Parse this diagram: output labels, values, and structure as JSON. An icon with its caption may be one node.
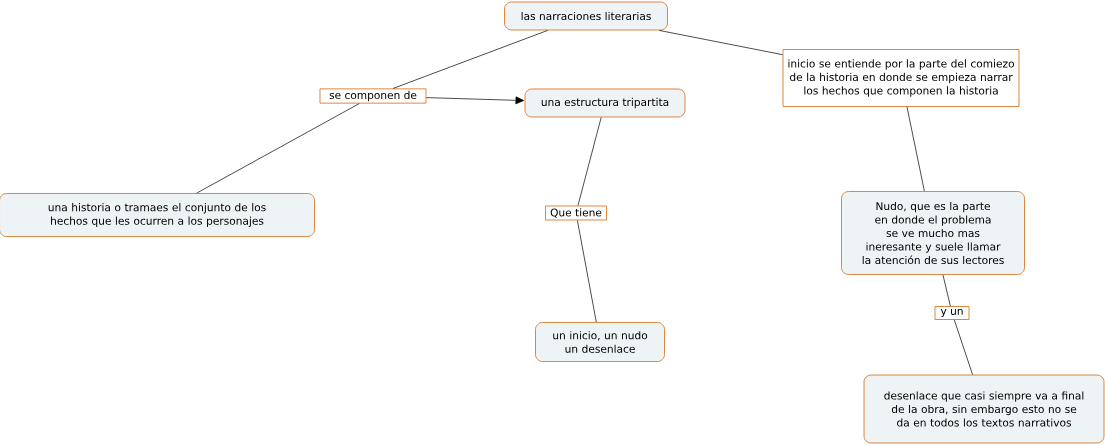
{
  "diagram": {
    "nodes": [
      {
        "text": [
          "las narraciones literarias"
        ]
      },
      {
        "text": [
          "se componen de"
        ]
      },
      {
        "text": [
          "una estructura tripartita"
        ]
      },
      {
        "text": [
          "inicio se entiende por la parte del comiezo de la historia en donde se empieza narrar los hechos que componen la historia"
        ]
      },
      {
        "text": [
          "una historia o tramaes el conjunto de los hechos que les ocurren a los personajes"
        ]
      },
      {
        "text": [
          "Que tiene"
        ]
      },
      {
        "text": [
          "un inicio, un nudo un desenlace"
        ]
      },
      {
        "text": [
          "Nudo, que es la parte en donde el problema se ve mucho mas ineresante y suele llamar la atención de sus lectores"
        ]
      },
      {
        "text": [
          "y un"
        ]
      },
      {
        "text": [
          "desenlace que casi siempre va a final de la obra, sin embargo esto no se da en todos los textos narrativos"
        ]
      }
    ],
    "edges": [
      {
        "from": 0,
        "to": 1,
        "arrow": "none"
      },
      {
        "from": 1,
        "to": 2,
        "arrow": "to"
      },
      {
        "from": 1,
        "to": 4,
        "arrow": "none"
      },
      {
        "from": 0,
        "to": 3,
        "arrow": "none"
      },
      {
        "from": 2,
        "to": 5,
        "arrow": "none"
      },
      {
        "from": 5,
        "to": 6,
        "arrow": "none"
      },
      {
        "from": 3,
        "to": 7,
        "arrow": "none"
      },
      {
        "from": 7,
        "to": 8,
        "arrow": "none"
      },
      {
        "from": 8,
        "to": 9,
        "arrow": "none"
      }
    ]
  }
}
